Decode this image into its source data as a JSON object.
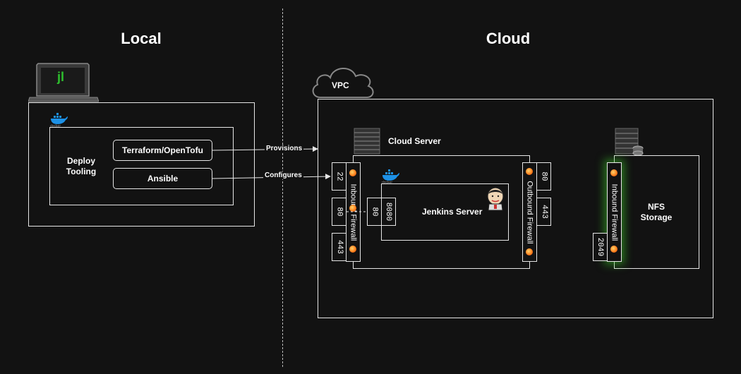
{
  "sections": {
    "local": "Local",
    "cloud": "Cloud"
  },
  "local": {
    "group_label": "Deploy Tooling",
    "tools": [
      "Terraform/OpenTofu",
      "Ansible"
    ],
    "laptop_icon": "jenkins-laptop-icon",
    "docker_caption": "docker"
  },
  "edges": {
    "provisions": "Provisions",
    "configures": "Configures"
  },
  "cloud": {
    "vpc": "VPC",
    "server_label": "Cloud Server",
    "inbound_firewall": "Inbound Firewall",
    "outbound_firewall": "Outbound Firewall",
    "inbound_ports": [
      "22",
      "80",
      "443"
    ],
    "outbound_ports": [
      "80",
      "443"
    ],
    "container_ports": [
      "80",
      "8080"
    ],
    "jenkins": "Jenkins Server",
    "docker_caption": "docker",
    "nfs": {
      "label": "NFS Storage",
      "firewall": "Inbound Firewall",
      "port": "2049"
    }
  },
  "colors": {
    "background": "#121212",
    "stroke": "#e6e6e6",
    "glow": "#3cc828",
    "docker": "#1d91e6",
    "jenkins_green": "#2ec02e"
  }
}
